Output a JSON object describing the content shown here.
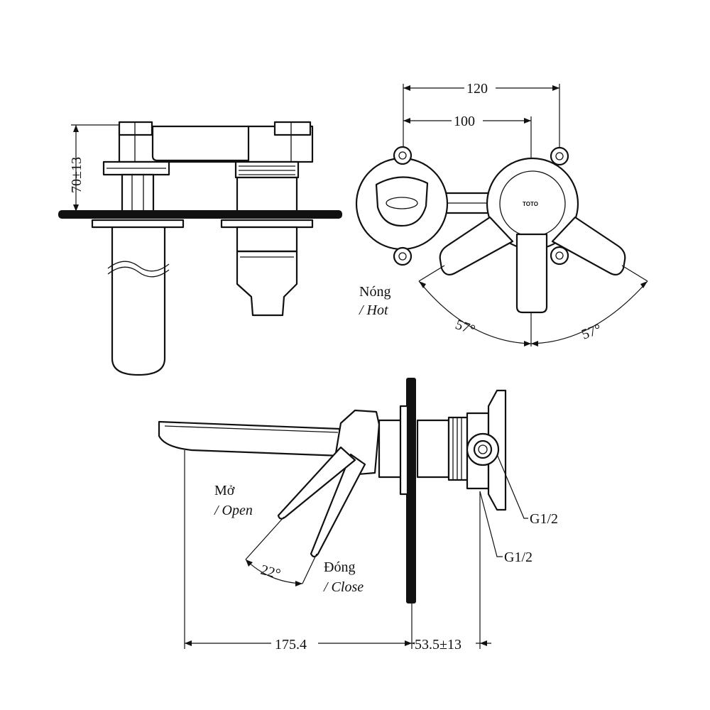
{
  "drawing": {
    "dimensions": {
      "height_top_view": "70±13",
      "width_outer": "120",
      "width_inner": "100",
      "angle_left": "57°",
      "angle_right": "57°",
      "angle_lever": "22°",
      "spout_length": "175.4",
      "wall_depth": "53.5±13"
    },
    "labels": {
      "hot_vn": "Nóng",
      "hot_en": "/ Hot",
      "open_vn": "Mở",
      "open_en": "/ Open",
      "close_vn": "Đóng",
      "close_en": "/ Close",
      "thread_upper": "G1/2",
      "thread_lower": "G1/2",
      "brand": "TOTO"
    }
  }
}
